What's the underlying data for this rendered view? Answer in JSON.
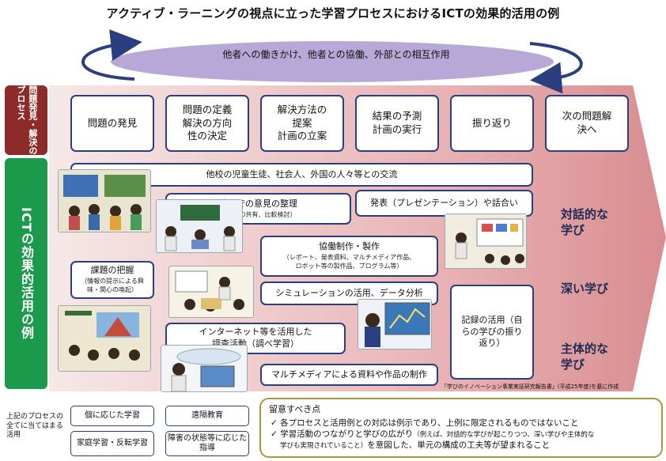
{
  "title": "アクティブ・ラーニングの視点に立った学習プロセスにおけるICTの効果的活用の例",
  "top_ellipse": "他者への働きかけ、他者との協働、外部との相互作用",
  "left_labels": {
    "process": "問題発見・解決のプロセス",
    "ict": "ICTの効果的活用の例"
  },
  "steps": [
    "問題の発見",
    "問題の定義解決の方向性の決定",
    "解決方法の提案計画の立案",
    "結果の予測計画の実行",
    "振り返り",
    "次の問題解決へ"
  ],
  "steps_lines": [
    [
      "問題の発見"
    ],
    [
      "問題の定義",
      "解決の方向",
      "性の決定"
    ],
    [
      "解決方法の",
      "提案",
      "計画の立案"
    ],
    [
      "結果の予測",
      "計画の実行"
    ],
    [
      "振り返り"
    ],
    [
      "次の問題解",
      "決へ"
    ]
  ],
  "activities": {
    "exchange": "他校の児童生徒、社会人、外国の人々等との交流",
    "collab_title": "協働での意見の整理",
    "collab_sub": "（意見の共有、比較検討）",
    "present": "発表（プレゼンテーション）や話合い",
    "production_title": "協働制作・製作",
    "production_sub1": "（レポート、発表資料、マルチメディア作品、",
    "production_sub2": "ロボット等の製作品、プログラム等）",
    "task_title": "課題の把握",
    "task_sub1": "（情報の提示による興",
    "task_sub2": "味・関心の喚起）",
    "simulation": "シミュレーションの活用、データ分析",
    "record1": "記録の活用（自",
    "record2": "らの学びの振り",
    "record3": "返り）",
    "internet1": "インターネット等を活用した",
    "internet2": "調査活動（調べ学習）",
    "multimedia": "マルチメディアによる資料や作品の制作"
  },
  "learning": [
    "対話的な学び",
    "深い学び",
    "主体的な学び"
  ],
  "learning_lines": [
    [
      "対話的な",
      "学び"
    ],
    [
      "深い学び"
    ],
    [
      "主体的な",
      "学び"
    ]
  ],
  "credit": "「学びのイノベーション事業実証研究報告書」(平成25年度)を基に作成",
  "bottom": {
    "label_lines": [
      "上記のプロセスの",
      "全てに当てはまる",
      "活用"
    ],
    "individual": "個に応じた学習",
    "home": "家庭学習・反転学習",
    "remote": "遠隔教育",
    "disability": "障害の状態等に応じた指導"
  },
  "notes": {
    "head": "留意すべき点",
    "line1": "✓ 各プロセスと活用例との対応は例示であり、上例に限定されるものではないこと",
    "line2_a": "✓ 学習活動のつながりと学びの広がり",
    "line2_b": "（例えば、対話的な学びが起こりつつ、深い学びや主体的な",
    "line3_a": "学びも実現されていること）",
    "line3_b": "を意図した、単元の構成の工夫等が望まれること"
  },
  "colors": {
    "arrow_light": "#f3dfe0",
    "arrow_dark": "#d98d8f",
    "ellipse": "#b7a8d8",
    "sidebar_top": "#8d2b2b",
    "sidebar_bottom": "#1a9a4a",
    "box_border": "#2b3f80"
  }
}
